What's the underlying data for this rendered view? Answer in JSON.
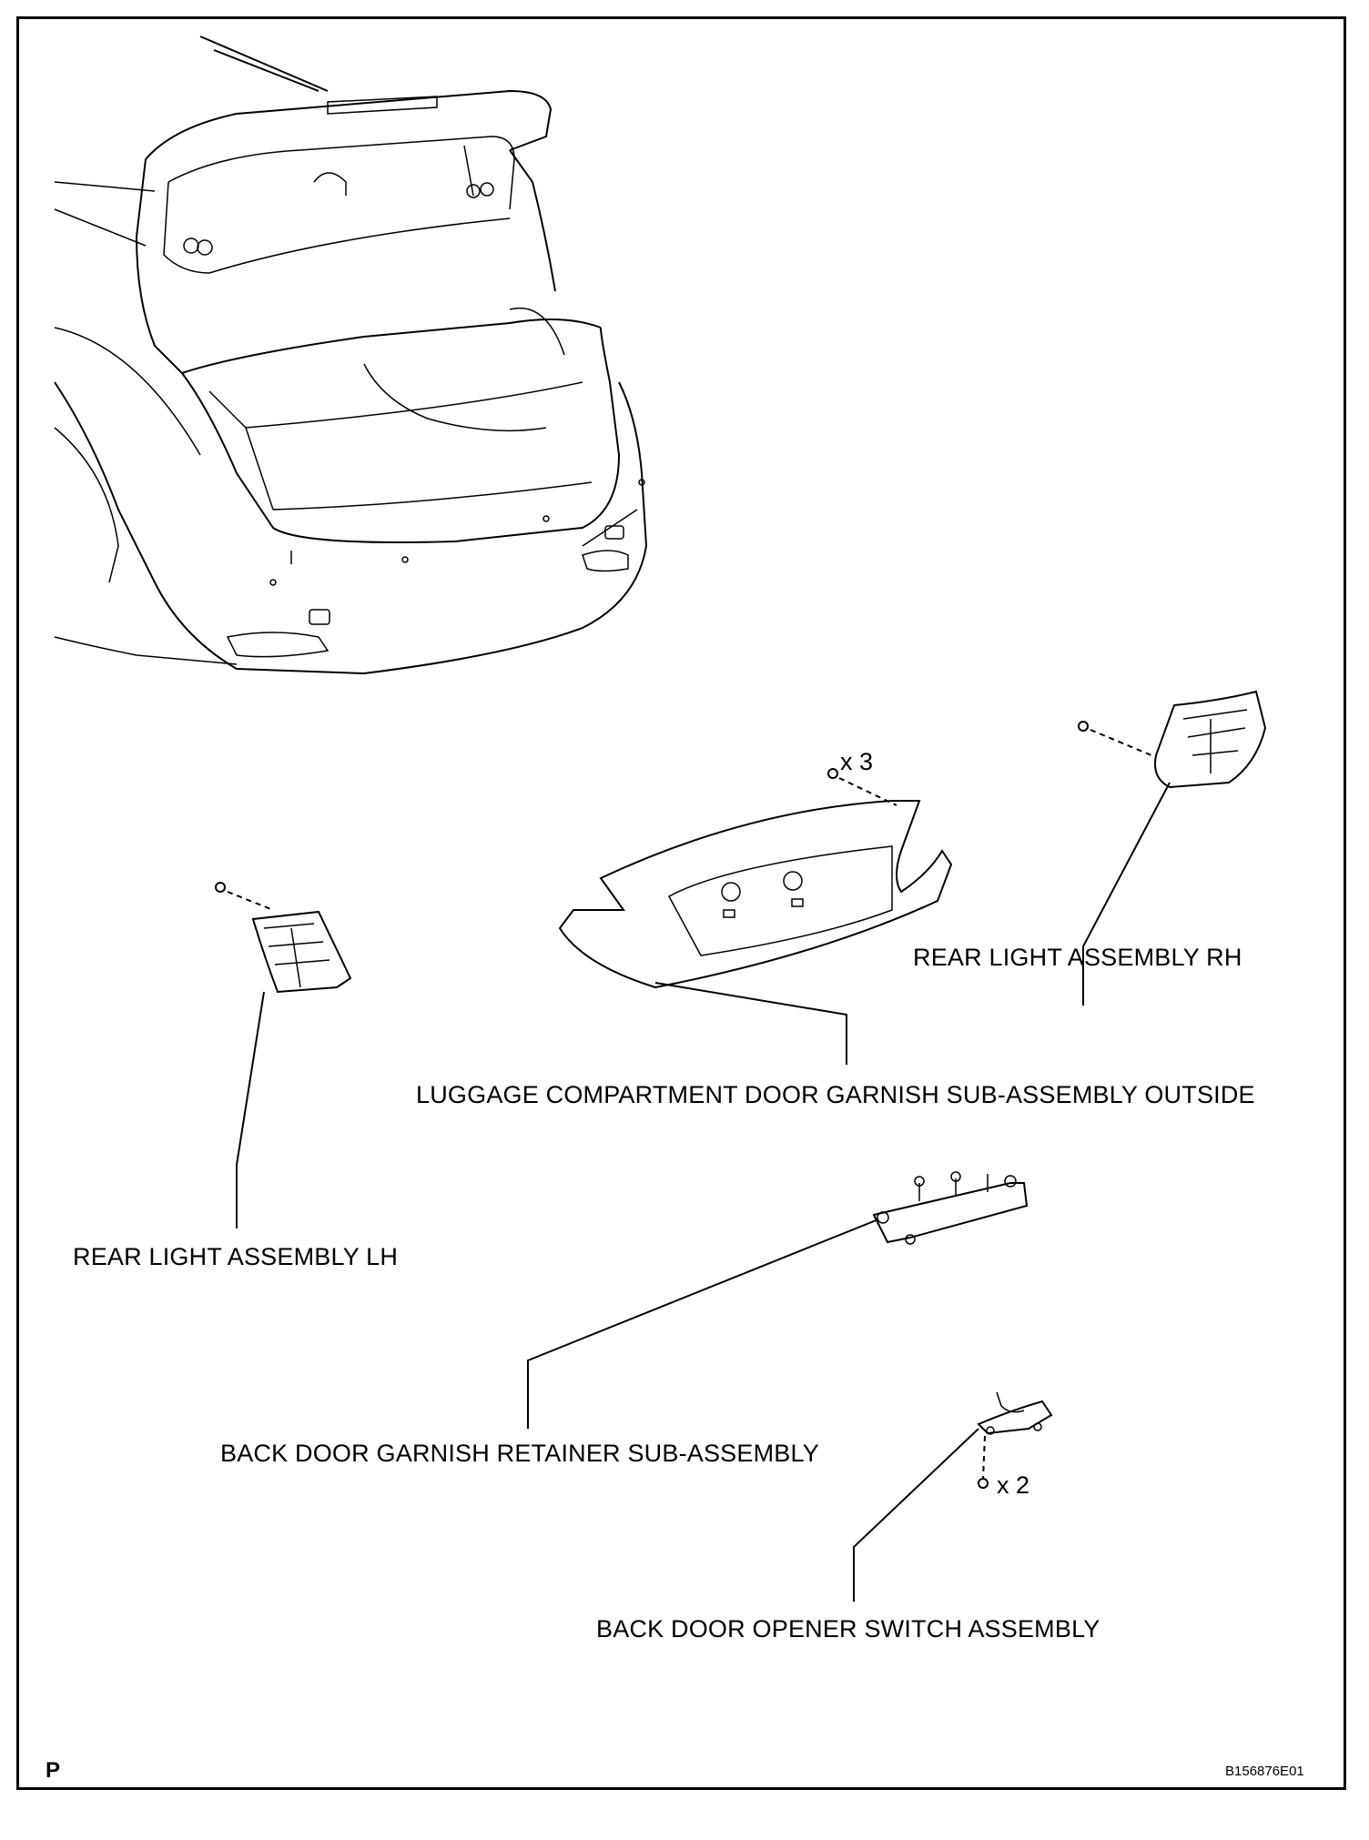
{
  "labels": {
    "rear_light_rh": "REAR LIGHT ASSEMBLY RH",
    "garnish_outside": "LUGGAGE COMPARTMENT DOOR GARNISH SUB-ASSEMBLY OUTSIDE",
    "rear_light_lh": "REAR LIGHT ASSEMBLY LH",
    "garnish_retainer": "BACK DOOR GARNISH RETAINER SUB-ASSEMBLY",
    "opener_switch": "BACK DOOR OPENER SWITCH ASSEMBLY"
  },
  "quantities": {
    "garnish_nuts": "x 3",
    "switch_screws": "x 2"
  },
  "footer": {
    "page_letter": "P",
    "figure_id": "B156876E01"
  }
}
